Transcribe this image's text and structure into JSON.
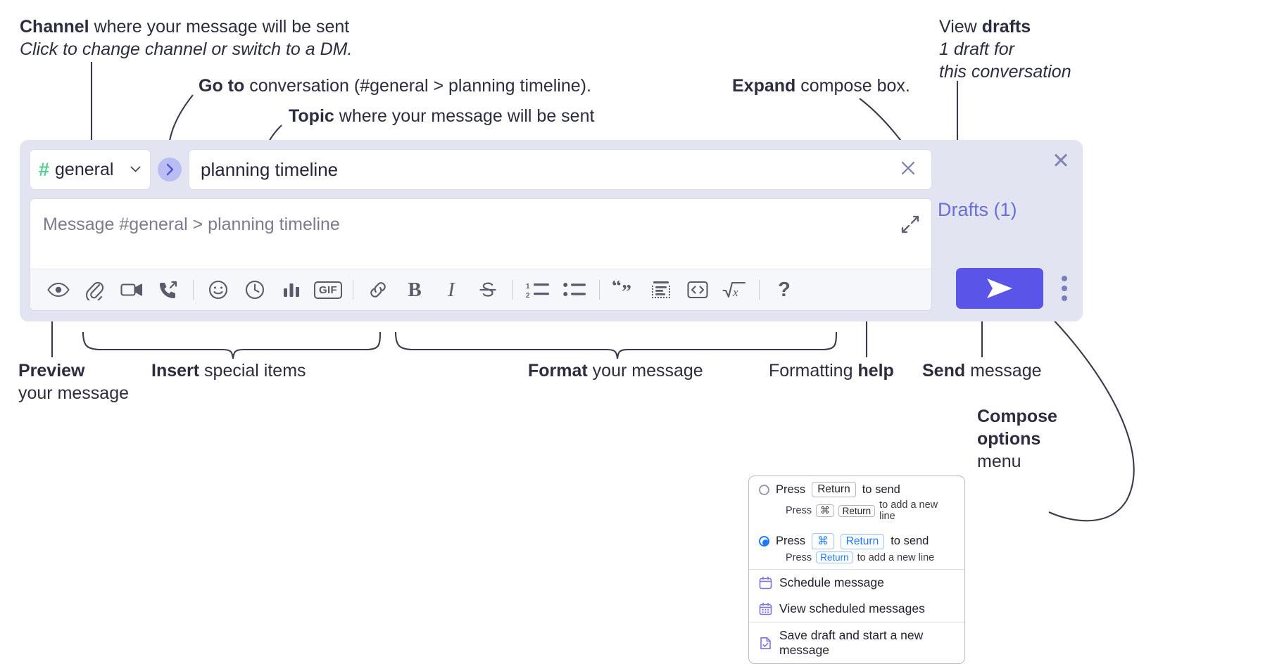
{
  "annotations": {
    "channel": {
      "bold": "Channel",
      "rest": " where your message will be sent",
      "italic": "Click to change channel or switch to a DM."
    },
    "goto": {
      "bold": "Go to",
      "rest": " conversation (#general > planning timeline)."
    },
    "topic": {
      "bold": "Topic",
      "rest": " where your message will be sent"
    },
    "expand": {
      "bold": "Expand",
      "rest": " compose box."
    },
    "drafts": {
      "lead": "View ",
      "bold": "drafts",
      "italic1": "1 draft for",
      "italic2": "this conversation"
    },
    "preview": {
      "bold": "Preview",
      "rest": "your message"
    },
    "insert": {
      "bold": "Insert",
      "rest": " special items"
    },
    "format": {
      "bold": "Format",
      "rest": " your message"
    },
    "formatting_help": {
      "lead": "Formatting ",
      "bold": "help"
    },
    "send": {
      "bold": "Send",
      "rest": " message"
    },
    "compose_options": {
      "bold1": "Compose",
      "bold2": "options",
      "rest": "menu"
    }
  },
  "compose": {
    "channel_label": "general",
    "hash_symbol": "#",
    "chevron": "⌄",
    "go_to_label": "›",
    "topic_value": "planning timeline",
    "clear_label": "✕",
    "message_placeholder": "Message #general > planning timeline",
    "drafts_label": "Drafts (1)",
    "close_label": "✕",
    "send_icon": "send-icon",
    "accent_send": "#5b54e8",
    "accent_hash": "#4fcf8e",
    "accent_drafts": "#6a6fd6",
    "toolbar": [
      {
        "name": "preview-icon",
        "label": ""
      },
      {
        "name": "attachment-icon",
        "label": ""
      },
      {
        "name": "video-clip-icon",
        "label": ""
      },
      {
        "name": "audio-clip-icon",
        "label": ""
      },
      {
        "name": "divider",
        "label": ""
      },
      {
        "name": "emoji-icon",
        "label": ""
      },
      {
        "name": "clock-icon",
        "label": ""
      },
      {
        "name": "poll-icon",
        "label": ""
      },
      {
        "name": "gif-icon",
        "label": "GIF"
      },
      {
        "name": "divider",
        "label": ""
      },
      {
        "name": "link-icon",
        "label": ""
      },
      {
        "name": "bold-icon",
        "label": "B"
      },
      {
        "name": "italic-icon",
        "label": "I"
      },
      {
        "name": "strikethrough-icon",
        "label": "S"
      },
      {
        "name": "divider",
        "label": ""
      },
      {
        "name": "ordered-list-icon",
        "label": ""
      },
      {
        "name": "bulleted-list-icon",
        "label": ""
      },
      {
        "name": "divider",
        "label": ""
      },
      {
        "name": "blockquote-icon",
        "label": "“”"
      },
      {
        "name": "code-block-icon",
        "label": ""
      },
      {
        "name": "code-icon",
        "label": "<>"
      },
      {
        "name": "math-icon",
        "label": "√x"
      },
      {
        "name": "divider",
        "label": ""
      },
      {
        "name": "help-icon",
        "label": "?"
      }
    ]
  },
  "options_menu": {
    "option1": {
      "press": "Press",
      "key": "Return",
      "tail": "to send",
      "sub_press": "Press",
      "sub_key1": "⌘",
      "sub_key2": "Return",
      "sub_tail": "to add a new line"
    },
    "option2": {
      "press": "Press",
      "key1": "⌘",
      "key2": "Return",
      "tail": "to send",
      "sub_press": "Press",
      "sub_key": "Return",
      "sub_tail": "to add a new line"
    },
    "items": [
      {
        "label": "Schedule message",
        "icon": "calendar-icon"
      },
      {
        "label": "View scheduled messages",
        "icon": "calendar-grid-icon"
      },
      {
        "label": "Save draft and start a new message",
        "icon": "document-check-icon"
      }
    ]
  }
}
